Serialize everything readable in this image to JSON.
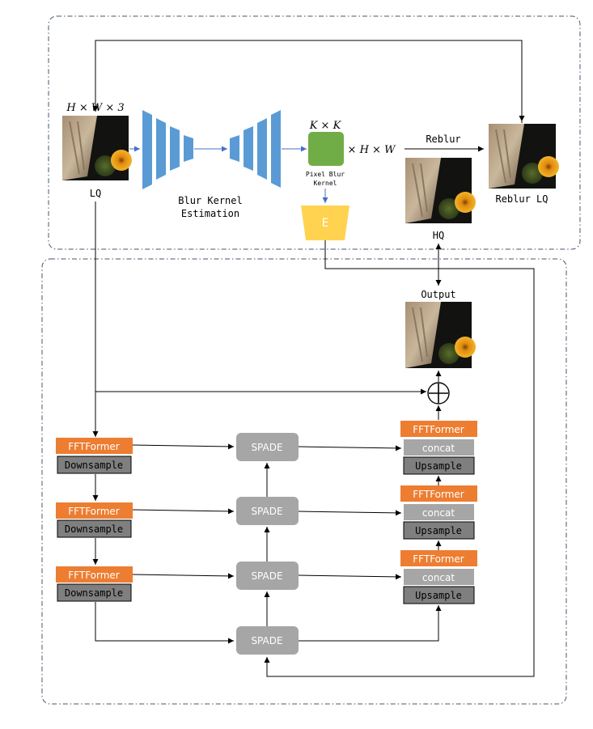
{
  "diagram": {
    "top_panel": {
      "input_dims": "H × W × 3",
      "lq_label": "LQ",
      "blur_kernel_label_line1": "Blur Kernel",
      "blur_kernel_label_line2": "Estimation",
      "kernel_dims": "K × K",
      "kernel_times": "× H × W",
      "pixel_blur_kernel_line1": "Pixel Blur",
      "pixel_blur_kernel_line2": "Kernel",
      "encoder_label": "E",
      "reblur_label": "Reblur",
      "reblur_lq_label": "Reblur LQ",
      "hq_label": "HQ"
    },
    "bottom_panel": {
      "output_label": "Output",
      "ffformer_label": "FFTFormer",
      "downsample_label": "Downsample",
      "spade_label": "SPADE",
      "concat_label": "concat",
      "upsample_label": "Upsample"
    },
    "colors": {
      "orange": "#ED7D31",
      "gray_block": "#A6A6A6",
      "dark_gray_block": "#7F7F7F",
      "blue_network": "#5B9BD5",
      "green_kernel": "#70AD47",
      "yellow_encoder": "#FFD34F"
    }
  }
}
